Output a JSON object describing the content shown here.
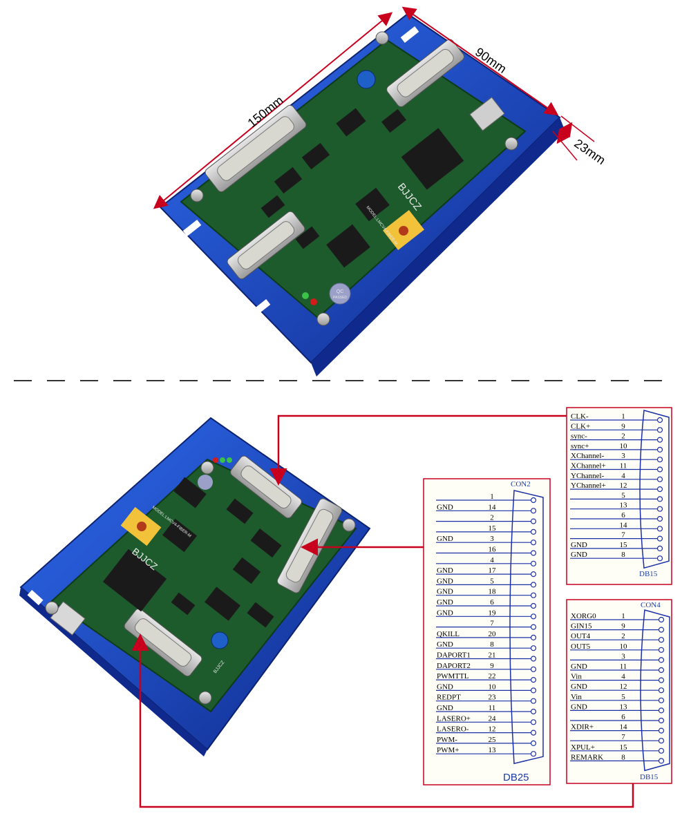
{
  "dimensions": {
    "length": "150mm",
    "width": "90mm",
    "height": "23mm"
  },
  "board": {
    "brand": "BJJCZ",
    "model": "MODEL:LMCV4-FIBER-M",
    "qc_line1": "QC",
    "qc_line2": "PASSED",
    "usb_label": "BJJCZ"
  },
  "db15_top": {
    "title": "DB15",
    "pins": [
      {
        "name": "CLK-",
        "num": "1"
      },
      {
        "name": "CLK+",
        "num": "9"
      },
      {
        "name": "sync-",
        "num": "2"
      },
      {
        "name": "sync+",
        "num": "10"
      },
      {
        "name": "XChannel-",
        "num": "3"
      },
      {
        "name": "XChannel+",
        "num": "11"
      },
      {
        "name": "YChannel-",
        "num": "4"
      },
      {
        "name": "YChannel+",
        "num": "12"
      },
      {
        "name": "",
        "num": "5"
      },
      {
        "name": "",
        "num": "13"
      },
      {
        "name": "",
        "num": "6"
      },
      {
        "name": "",
        "num": "14"
      },
      {
        "name": "",
        "num": "7"
      },
      {
        "name": "GND",
        "num": "15"
      },
      {
        "name": "GND",
        "num": "8"
      }
    ]
  },
  "con2": {
    "title": "CON2",
    "footer": "DB25",
    "pins": [
      {
        "name": "",
        "num": "1"
      },
      {
        "name": "GND",
        "num": "14"
      },
      {
        "name": "",
        "num": "2"
      },
      {
        "name": "",
        "num": "15"
      },
      {
        "name": "GND",
        "num": "3"
      },
      {
        "name": "",
        "num": "16"
      },
      {
        "name": "",
        "num": "4"
      },
      {
        "name": "GND",
        "num": "17"
      },
      {
        "name": "GND",
        "num": "5"
      },
      {
        "name": "GND",
        "num": "18"
      },
      {
        "name": "GND",
        "num": "6"
      },
      {
        "name": "GND",
        "num": "19"
      },
      {
        "name": "",
        "num": "7"
      },
      {
        "name": "QKILL",
        "num": "20"
      },
      {
        "name": "GND",
        "num": "8"
      },
      {
        "name": "DAPORT1",
        "num": "21"
      },
      {
        "name": "DAPORT2",
        "num": "9"
      },
      {
        "name": "PWMTTL",
        "num": "22"
      },
      {
        "name": "GND",
        "num": "10"
      },
      {
        "name": "REDPT",
        "num": "23"
      },
      {
        "name": "GND",
        "num": "11"
      },
      {
        "name": "LASERO+",
        "num": "24"
      },
      {
        "name": "LASERO-",
        "num": "12"
      },
      {
        "name": "PWM-",
        "num": "25"
      },
      {
        "name": "PWM+",
        "num": "13"
      }
    ]
  },
  "con4": {
    "title": "CON4",
    "footer": "DB15",
    "pins": [
      {
        "name": "XORG0",
        "num": "1"
      },
      {
        "name": "GIN15",
        "num": "9"
      },
      {
        "name": "OUT4",
        "num": "2"
      },
      {
        "name": "OUT5",
        "num": "10"
      },
      {
        "name": "",
        "num": "3"
      },
      {
        "name": "GND",
        "num": "11"
      },
      {
        "name": "Vin",
        "num": "4"
      },
      {
        "name": "GND",
        "num": "12"
      },
      {
        "name": "Vin",
        "num": "5"
      },
      {
        "name": "GND",
        "num": "13"
      },
      {
        "name": "",
        "num": "6"
      },
      {
        "name": "XDIR+",
        "num": "14"
      },
      {
        "name": "",
        "num": "7"
      },
      {
        "name": "XPUL+",
        "num": "15"
      },
      {
        "name": "REMARK",
        "num": "8"
      }
    ]
  },
  "colors": {
    "enclosure": "#1f4fd8",
    "enclosure_dark": "#12308f",
    "pcb": "#1d5a2c",
    "pcb_dark": "#143f1f",
    "leader": "#c8001e",
    "pin_line": "#1a2fa6",
    "panel_border": "#c8001e",
    "panel_bg": "#fffef6"
  }
}
